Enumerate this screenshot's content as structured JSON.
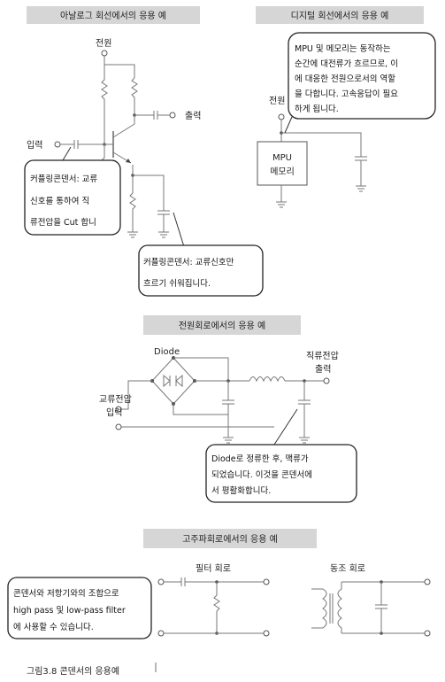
{
  "headers": {
    "analog": "아날로그 회선에서의 응용 예",
    "digital": "디지털 회선에서의 응용 예",
    "power": "전원회로에서의 응용 예",
    "hf": "고주파회로에서의 응용 예"
  },
  "analog": {
    "supply": "전원",
    "output": "출력",
    "input": "입력",
    "callout1": [
      "커플링콘덴서: 교류",
      "신호를 통하여 직",
      "류전압을 Cut 합니"
    ],
    "callout2": [
      "커플링콘덴서: 교류신호만",
      "흐르기 쉬워집니다."
    ]
  },
  "digital": {
    "supply": "전원",
    "mpu": [
      "MPU",
      "메모리"
    ],
    "callout": [
      "MPU 및 메모리는 동작하는",
      "순간에 대전류가 흐르므로, 이",
      "에 대응한 전원으로서의 역할",
      "을 다합니다. 고속응답이 필요",
      "하게 됩니다."
    ]
  },
  "power": {
    "diode": "Diode",
    "dc_out": [
      "직류전압",
      "출력"
    ],
    "ac_in": [
      "교류전압",
      "입력"
    ],
    "callout": [
      "Diode로 정류한 후, 맥류가",
      "되었습니다. 이것을 콘덴서에",
      "서 평활화합니다."
    ]
  },
  "hf": {
    "filter": "필터 회로",
    "tuning": "동조 회로",
    "callout": [
      "콘덴서와 저항기와의 조합으로",
      "high pass 및 low-pass filter",
      "에 사용할 수 있습니다."
    ]
  },
  "caption": "그림3.8  콘덴서의 응용예"
}
